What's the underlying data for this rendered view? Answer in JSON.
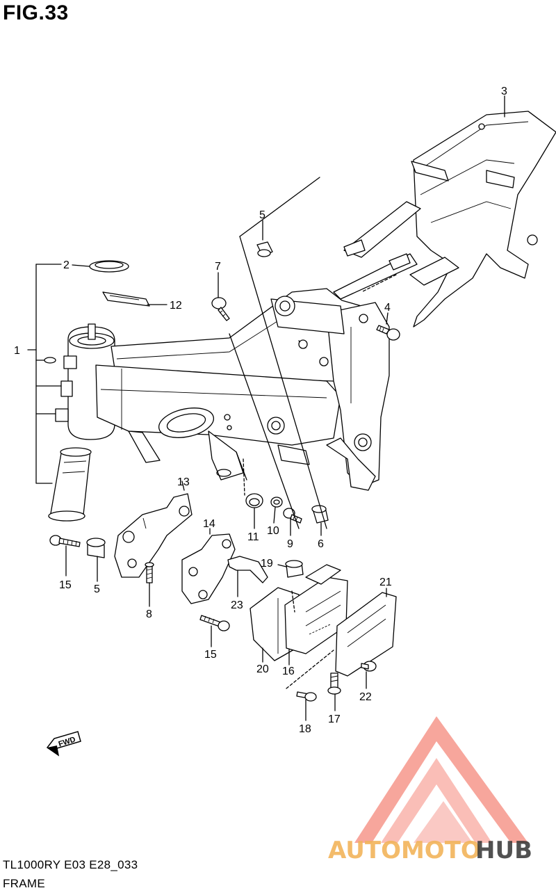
{
  "header": {
    "figure": "FIG.33"
  },
  "footer": {
    "model_code": "TL1000RY E03 E28_033",
    "section_name": "FRAME"
  },
  "parts": [
    {
      "id": "p1",
      "number": "1"
    },
    {
      "id": "p2",
      "number": "2"
    },
    {
      "id": "p3",
      "number": "3"
    },
    {
      "id": "p4",
      "number": "4"
    },
    {
      "id": "p5a",
      "number": "5"
    },
    {
      "id": "p5b",
      "number": "5"
    },
    {
      "id": "p6",
      "number": "6"
    },
    {
      "id": "p7",
      "number": "7"
    },
    {
      "id": "p8",
      "number": "8"
    },
    {
      "id": "p9",
      "number": "9"
    },
    {
      "id": "p10",
      "number": "10"
    },
    {
      "id": "p11",
      "number": "11"
    },
    {
      "id": "p12",
      "number": "12"
    },
    {
      "id": "p13",
      "number": "13"
    },
    {
      "id": "p14",
      "number": "14"
    },
    {
      "id": "p15a",
      "number": "15"
    },
    {
      "id": "p15b",
      "number": "15"
    },
    {
      "id": "p16",
      "number": "16"
    },
    {
      "id": "p17",
      "number": "17"
    },
    {
      "id": "p18",
      "number": "18"
    },
    {
      "id": "p19",
      "number": "19"
    },
    {
      "id": "p20",
      "number": "20"
    },
    {
      "id": "p21",
      "number": "21"
    },
    {
      "id": "p22",
      "number": "22"
    },
    {
      "id": "p23",
      "number": "23"
    }
  ],
  "direction_badge": {
    "label": "FWD"
  },
  "watermark": {
    "part1": "AUTOMOTO",
    "part2": "HUB",
    "color_primary": "#f47c6e",
    "color_secondary": "#f2b45a",
    "color_dark": "#333333"
  }
}
